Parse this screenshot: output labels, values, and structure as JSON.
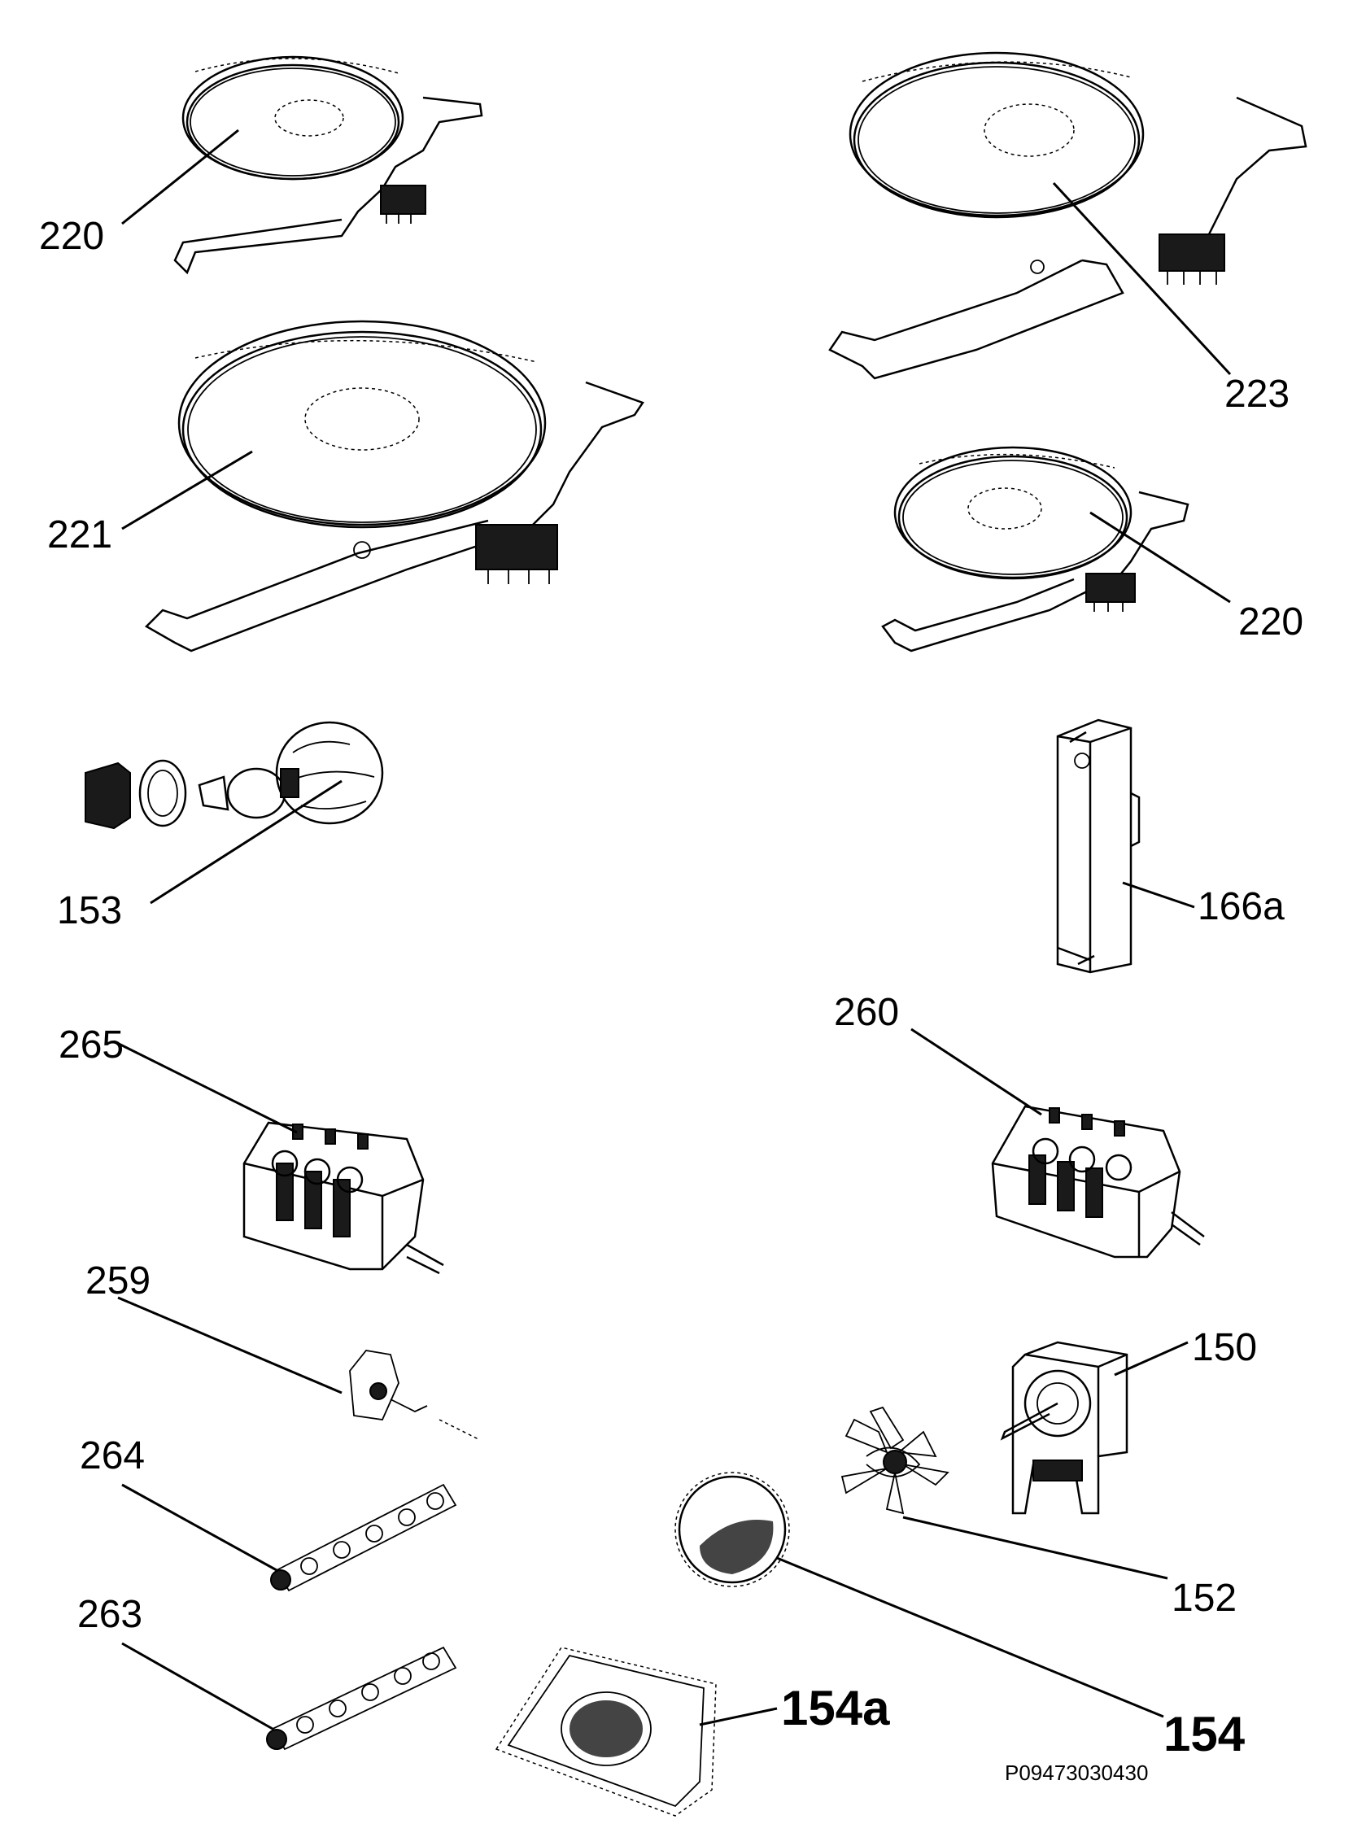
{
  "callouts": {
    "l220a": "220",
    "l221": "221",
    "l223": "223",
    "l220b": "220",
    "l153": "153",
    "l166a": "166a",
    "l265": "265",
    "l260": "260",
    "l259": "259",
    "l150": "150",
    "l264": "264",
    "l152": "152",
    "l263": "263",
    "l154a": "154a",
    "l154": "154"
  },
  "drawing_id": "P09473030430"
}
